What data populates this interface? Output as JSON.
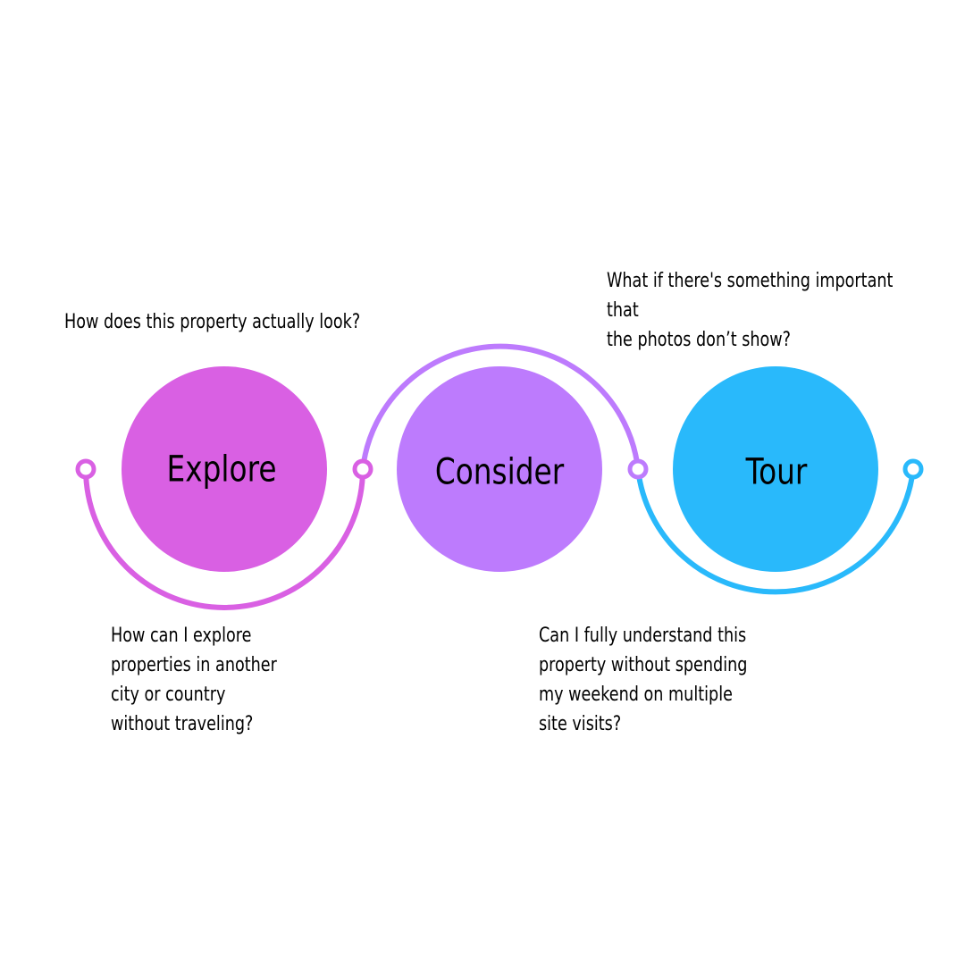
{
  "colors": {
    "explore": "#d960e3",
    "consider": "#bd7bfd",
    "tour": "#29b9fb",
    "background": "#ffffff",
    "text": "#000000"
  },
  "stages": [
    {
      "id": "explore",
      "label": "Explore"
    },
    {
      "id": "consider",
      "label": "Consider"
    },
    {
      "id": "tour",
      "label": "Tour"
    }
  ],
  "questions": {
    "explore_top": "How does this property actually look?",
    "explore_bottom": "How can I explore\nproperties in another\ncity or country\nwithout traveling?",
    "tour_top": "What if there's something important that\nthe photos don’t show?",
    "tour_bottom": "Can I fully understand this\nproperty without spending\nmy weekend on multiple\nsite visits?"
  }
}
